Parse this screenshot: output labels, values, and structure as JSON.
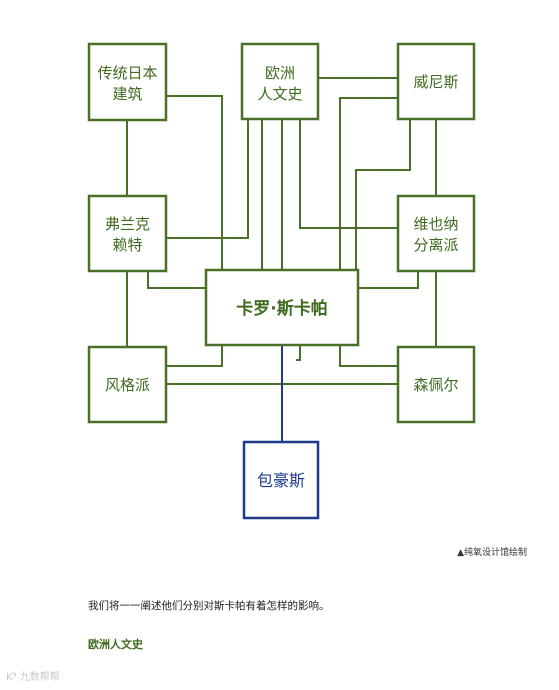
{
  "nodes": {
    "japanese": {
      "line1": "传统日本",
      "line2": "建筑"
    },
    "european": {
      "line1": "欧洲",
      "line2": "人文史"
    },
    "venice": {
      "line1": "威尼斯"
    },
    "frank": {
      "line1": "弗兰克",
      "line2": "赖特"
    },
    "secession": {
      "line1": "维也纳",
      "line2": "分离派"
    },
    "center": {
      "line1": "卡罗·斯卡帕"
    },
    "stijl": {
      "line1": "风格派"
    },
    "semper": {
      "line1": "森佩尔"
    },
    "bauhaus": {
      "line1": "包豪斯"
    }
  },
  "caption": "▲纯氧设计馆绘制",
  "body_text": "我们将一一阐述他们分别对斯卡帕有着怎样的影响。",
  "section_heading": "欧洲人文史",
  "watermark": "K⁹ 九数帮帮",
  "colors": {
    "green": "#4a6f26",
    "blue": "#1f3a8a"
  }
}
